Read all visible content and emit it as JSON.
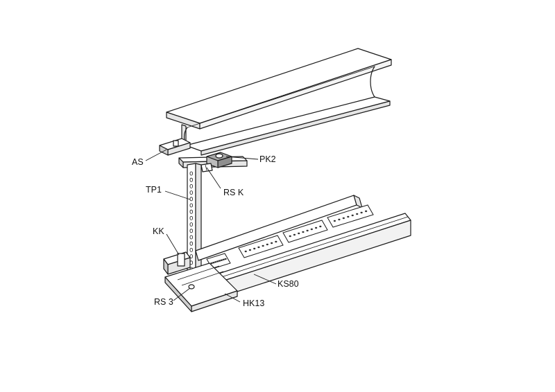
{
  "colors": {
    "background": "#ffffff",
    "line": "#1a1a1a",
    "face_light": "#ffffff",
    "face_shade": "#e6e6e6",
    "face_dark": "#cfcfcf",
    "clamp_fill": "#a7a7a7"
  },
  "labels": {
    "as": "AS",
    "pk2": "PK2",
    "rs_k": "RS K",
    "tp1": "TP1",
    "kk": "KK",
    "ks80": "KS80",
    "rs3": "RS 3",
    "hk13": "HK13"
  }
}
